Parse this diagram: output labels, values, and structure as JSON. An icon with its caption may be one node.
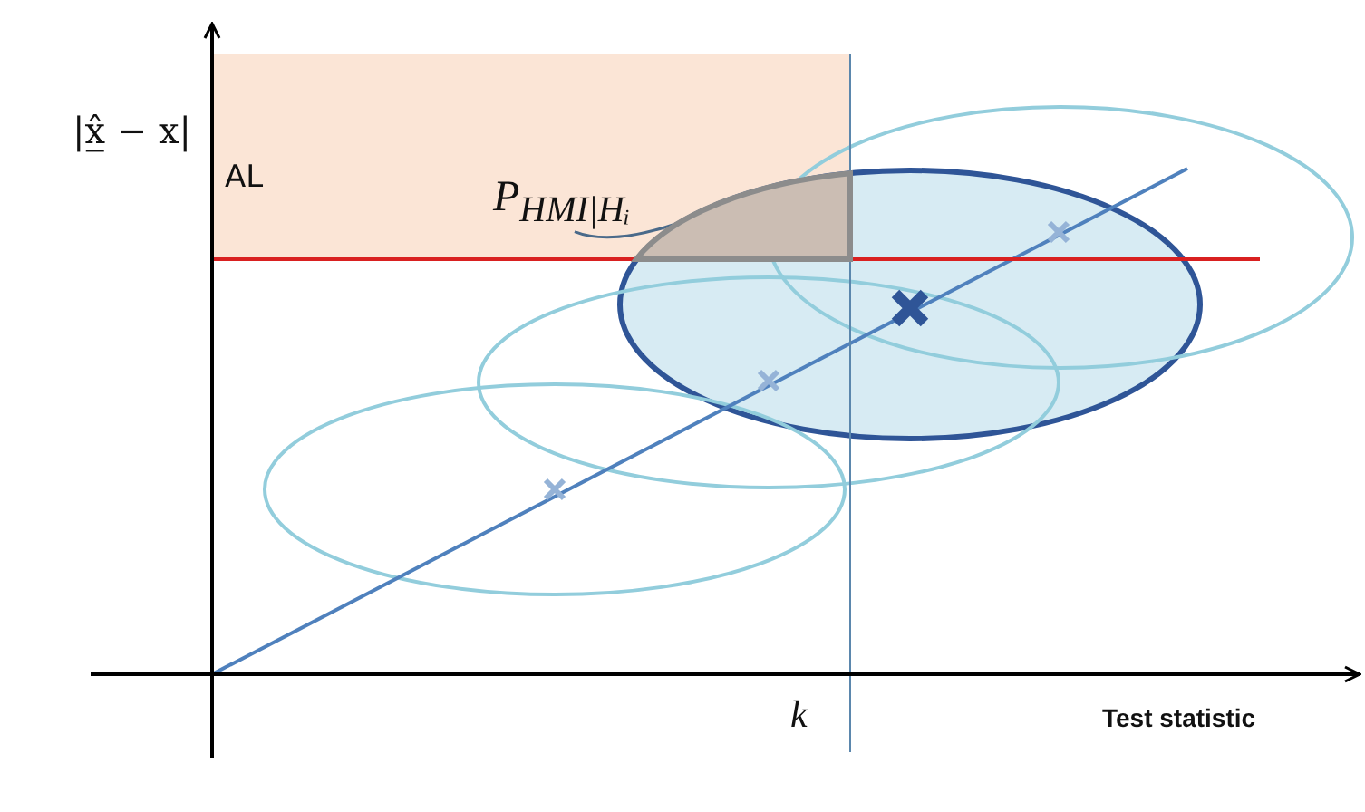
{
  "diagram": {
    "nodes": [
      {
        "text": [
          "P$_{HMI|Hᵢ}$"
        ]
      },
      {
        "text": [],
        "shape": "picture"
      }
    ],
    "edges": [
      {
        "from": 0,
        "to": 1,
        "arrow": "none"
      }
    ],
    "labels": [
      "|x̲̂ − x|",
      "AL",
      "k",
      "Test statistic"
    ]
  }
}
